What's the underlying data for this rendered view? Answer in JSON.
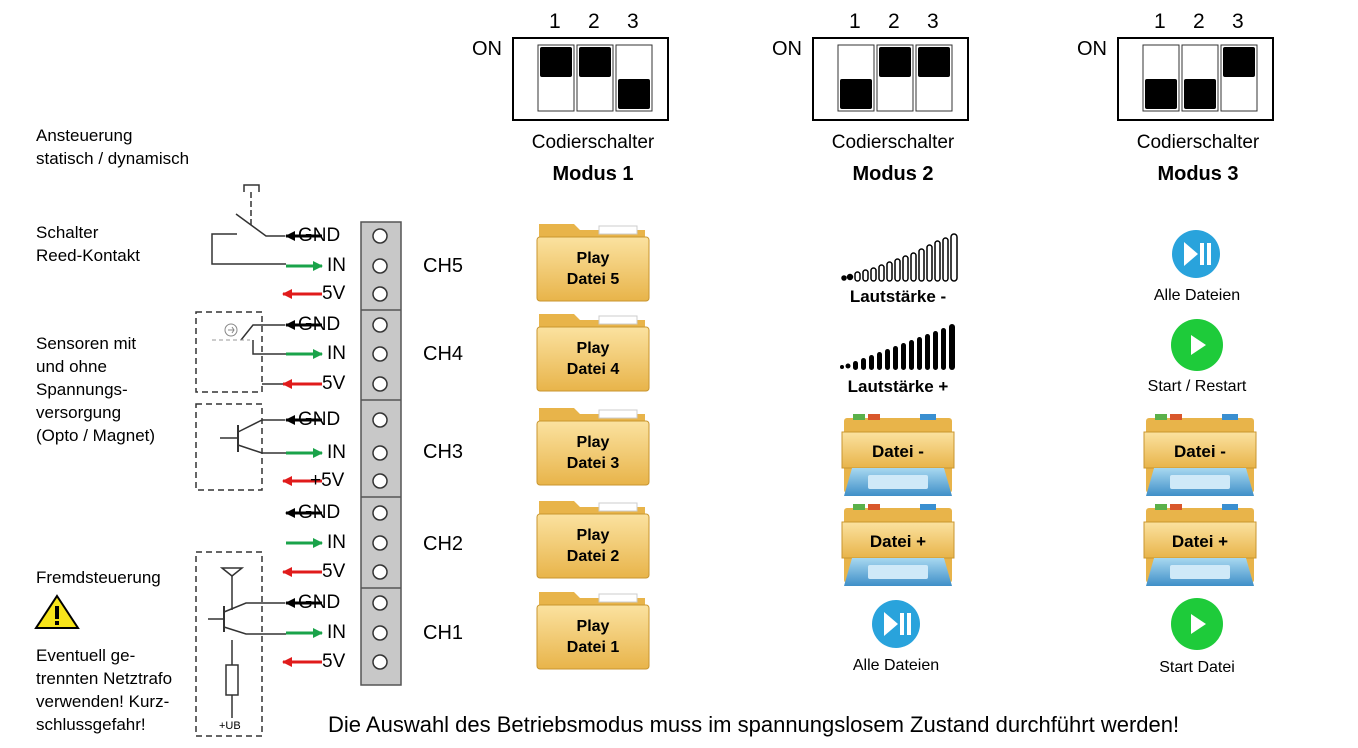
{
  "left_labels": {
    "ansteuerung": [
      "Ansteuerung",
      "statisch / dynamisch"
    ],
    "schalter": [
      "Schalter",
      "Reed-Kontakt"
    ],
    "sensoren": [
      "Sensoren mit",
      "und ohne",
      "Spannungs-",
      "versorgung",
      "(Opto / Magnet)"
    ],
    "fremd": "Fremdsteuerung",
    "warnung": [
      "Eventuell ge-",
      "trennten Netztrafo",
      "verwenden! Kurz-",
      "schlussgefahr!"
    ],
    "ub": "+UB"
  },
  "pins": [
    "GND",
    "IN",
    "5V",
    "GND",
    "IN",
    "5V",
    "GND",
    "IN",
    "+5V",
    "GND",
    "IN",
    "5V",
    "GND",
    "IN",
    "5V"
  ],
  "channels": [
    "CH5",
    "CH4",
    "CH3",
    "CH2",
    "CH1"
  ],
  "dip_numbers": [
    "1",
    "2",
    "3"
  ],
  "dip_on": "ON",
  "modes": [
    {
      "codier": "Codierschalter",
      "title": "Modus 1",
      "switches": [
        true,
        true,
        false
      ]
    },
    {
      "codier": "Codierschalter",
      "title": "Modus 2",
      "switches": [
        false,
        true,
        true
      ]
    },
    {
      "codier": "Codierschalter",
      "title": "Modus 3",
      "switches": [
        false,
        false,
        true
      ]
    }
  ],
  "modus1_files": [
    [
      "Play",
      "Datei 5"
    ],
    [
      "Play",
      "Datei 4"
    ],
    [
      "Play",
      "Datei 3"
    ],
    [
      "Play",
      "Datei 2"
    ],
    [
      "Play",
      "Datei 1"
    ]
  ],
  "modus2": {
    "vol_minus": "Lautstärke -",
    "vol_plus": "Lautstärke +",
    "datei_minus": "Datei -",
    "datei_plus": "Datei +",
    "alle": "Alle Dateien"
  },
  "modus3": {
    "alle": "Alle Dateien",
    "start_restart": "Start / Restart",
    "datei_minus": "Datei -",
    "datei_plus": "Datei +",
    "start_datei": "Start Datei"
  },
  "footer_note": "Die Auswahl des Betriebsmodus muss im spannungslosem Zustand durchführt werden!",
  "colors": {
    "arrow_in": "#1aa34a",
    "arrow_5v": "#e01b1b",
    "arrow_gnd": "#000000",
    "folder": "#f2c15a",
    "playpause": "#29a3dc",
    "play_green": "#1ecb3a",
    "warning": "#f7e41a"
  }
}
